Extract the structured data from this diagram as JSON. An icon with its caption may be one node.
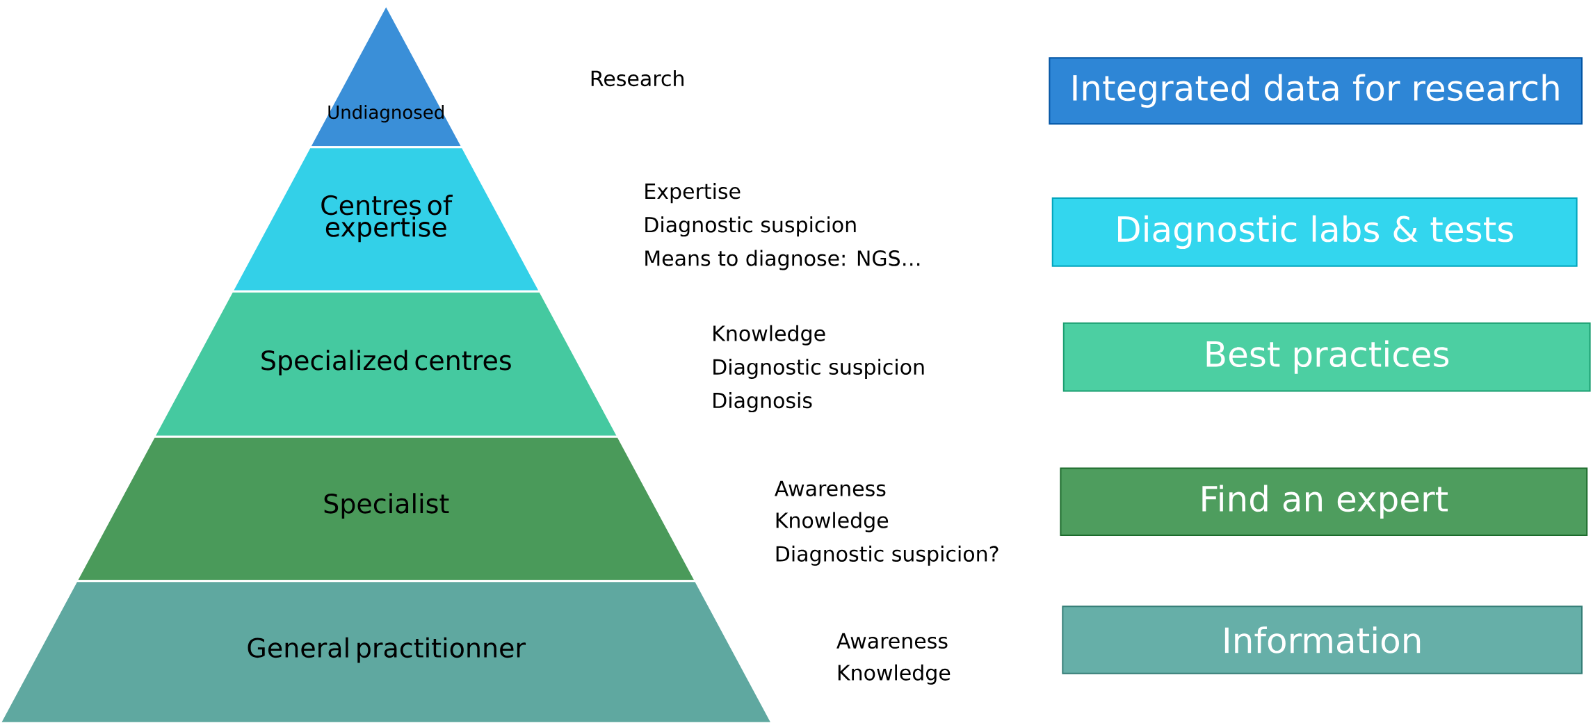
{
  "diagram": {
    "nodes": [
      {
        "text": [
          "Undiagnosed"
        ]
      },
      {
        "text": [
          "Centres of expertise"
        ],
        "beside": [
          "Expertise",
          "Diagnostic suspicion",
          "Means to diagnose: NGS…"
        ]
      },
      {
        "text": [
          "Specialized centres"
        ],
        "beside": [
          "Knowledge",
          "Diagnostic suspicion",
          "Diagnosis"
        ]
      },
      {
        "text": [
          "Specialist"
        ],
        "beside": [
          "Awareness",
          "Knowledge",
          "Diagnostic suspicion?"
        ]
      },
      {
        "text": [
          "General practitionner"
        ],
        "beside": [
          "Awareness",
          "Knowledge"
        ]
      },
      {
        "text": [
          "Integrated data for research"
        ]
      },
      {
        "text": [
          "Diagnostic labs & tests"
        ]
      },
      {
        "text": [
          "Best practices"
        ]
      },
      {
        "text": [
          "Find an expert"
        ]
      },
      {
        "text": [
          "Information"
        ]
      }
    ],
    "labels": [
      "Research"
    ]
  }
}
